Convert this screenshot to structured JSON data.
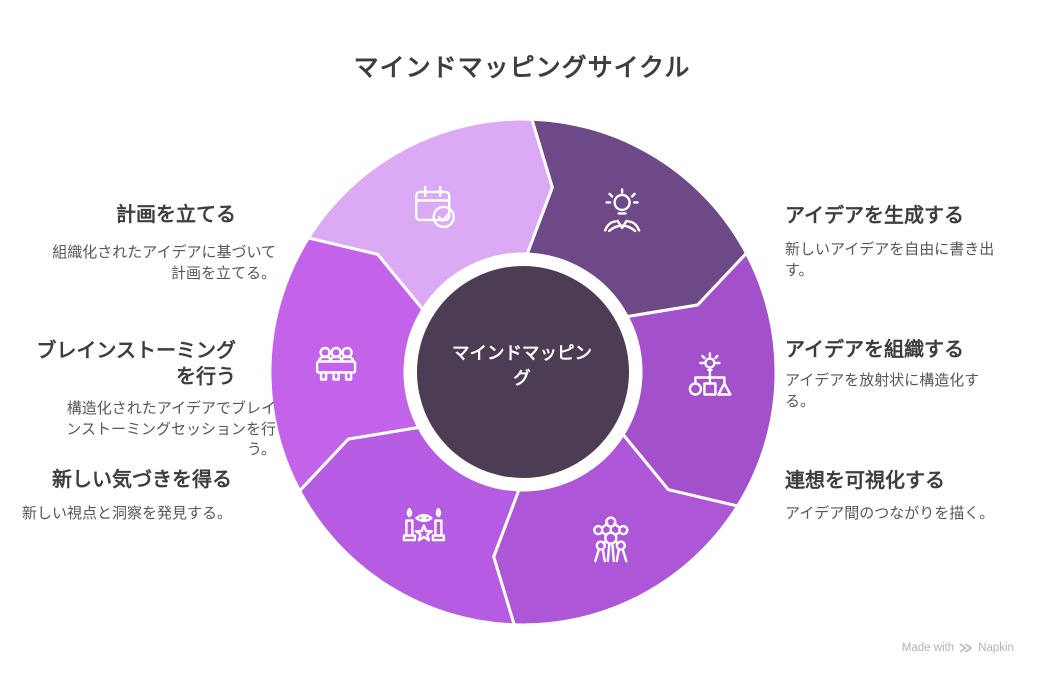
{
  "title": "マインドマッピングサイクル",
  "center": {
    "label": "マインドマッピング",
    "color": "#4c3c54",
    "text_color": "#ffffff"
  },
  "wheel": {
    "direction": "clockwise",
    "boundary_color": "#ffffff"
  },
  "steps": [
    {
      "id": "generate",
      "heading": "アイデアを生成する",
      "body": "新しいアイデアを自由に書き出す。",
      "color": "#6d4a87",
      "icon": "idea-person-icon"
    },
    {
      "id": "organize",
      "heading": "アイデアを組織する",
      "body": "アイデアを放射状に構造化する。",
      "color": "#a351cb",
      "icon": "organize-shapes-icon"
    },
    {
      "id": "visualize",
      "heading": "連想を可視化する",
      "body": "アイデア間のつながりを描く。",
      "color": "#ad57d8",
      "icon": "network-icon"
    },
    {
      "id": "insight",
      "heading": "新しい気づきを得る",
      "body": "新しい視点と洞察を発見する。",
      "color": "#b65ce2",
      "icon": "insight-candles-icon"
    },
    {
      "id": "brainstorm",
      "heading": "ブレインストーミングを行う",
      "body": "構造化されたアイデアでブレインストーミングセッションを行う。",
      "color": "#c263e9",
      "icon": "meeting-people-icon"
    },
    {
      "id": "plan",
      "heading": "計画を立てる",
      "body": "組織化されたアイデアに基づいて計画を立てる。",
      "color": "#dcaaf5",
      "icon": "calendar-check-icon"
    }
  ],
  "footer": {
    "made_with": "Made with",
    "brand": "Napkin"
  }
}
